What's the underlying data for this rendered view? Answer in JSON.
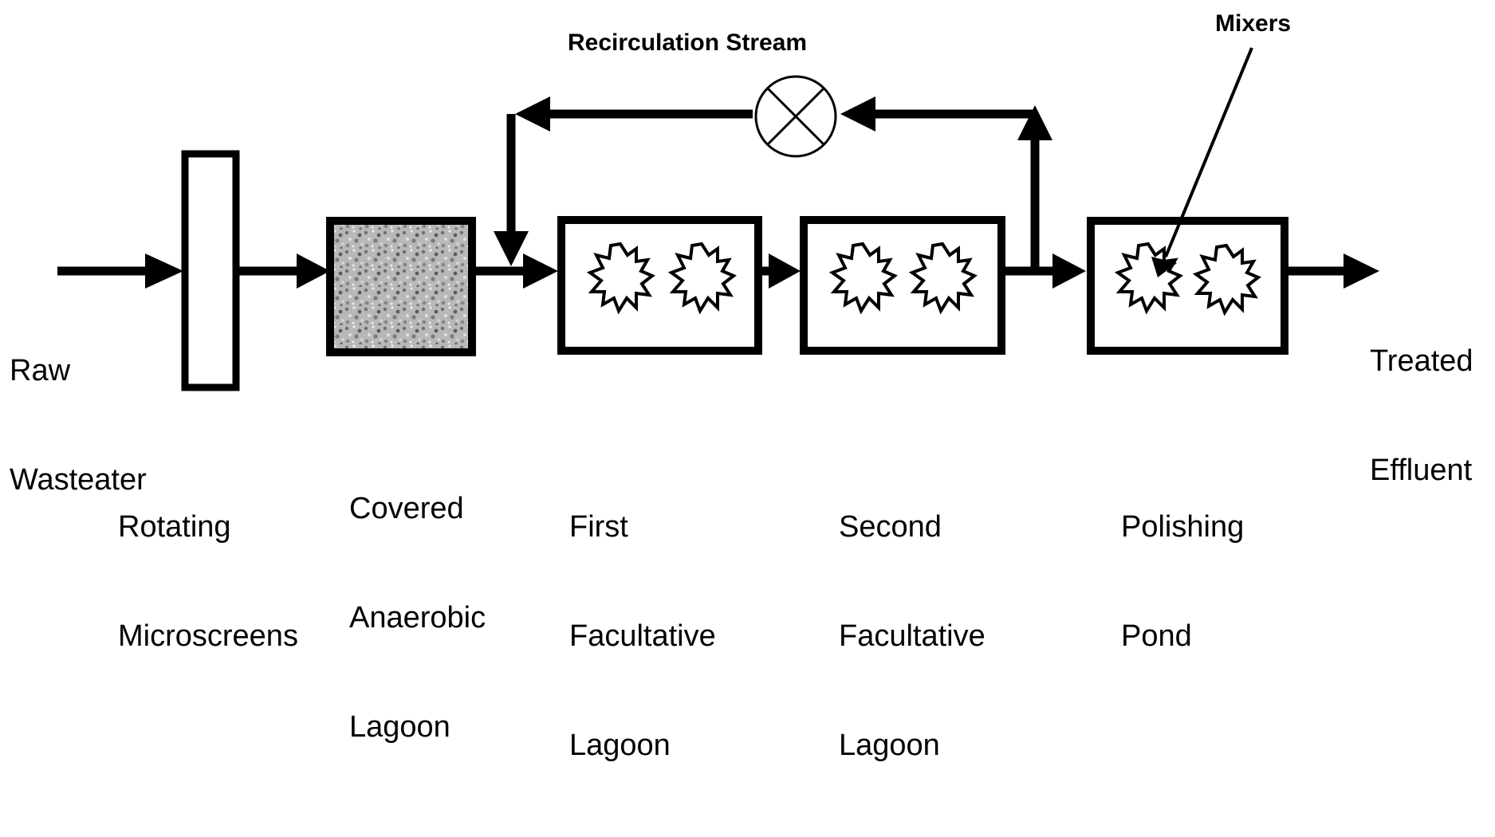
{
  "labels": {
    "raw_wastewater": [
      "Raw",
      "Wasteater"
    ],
    "rotating_microscreens": [
      "Rotating",
      "Microscreens"
    ],
    "covered_anaerobic_lagoon": [
      "Covered",
      "Anaerobic",
      "Lagoon"
    ],
    "first_facultative_lagoon": [
      "First",
      "Facultative",
      "Lagoon"
    ],
    "second_facultative_lagoon": [
      "Second",
      "Facultative",
      "Lagoon"
    ],
    "polishing_pond": [
      "Polishing",
      "Pond"
    ],
    "treated_effluent": [
      "Treated",
      "Effluent"
    ],
    "recirculation_stream": "Recirculation Stream",
    "mixers": "Mixers"
  },
  "colors": {
    "ink": "#000000",
    "background": "#ffffff",
    "lagoon_texture": "#9a9a9a"
  },
  "icons": {
    "mixer": "starburst-mixer-icon",
    "recirculation_pump": "circle-x-pump-icon"
  }
}
